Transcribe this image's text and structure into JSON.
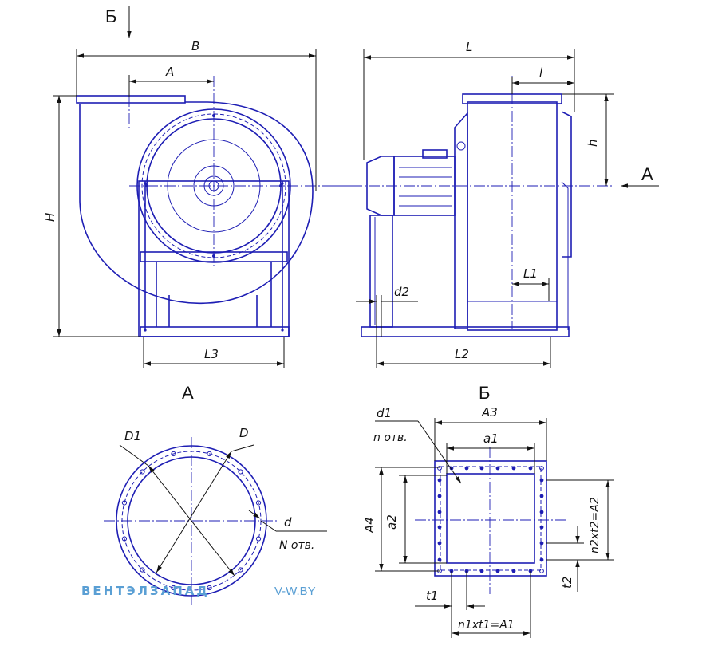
{
  "views": {
    "view_b_marker": "Б",
    "view_a_marker": "А",
    "section_a_title": "А",
    "section_b_title": "Б"
  },
  "front": {
    "B": "B",
    "A": "A",
    "H": "H",
    "L3": "L3"
  },
  "side": {
    "L": "L",
    "l": "l",
    "h": "h",
    "d2": "d2",
    "L1": "L1",
    "L2": "L2"
  },
  "flange_round": {
    "D1": "D1",
    "D": "D",
    "d": "d",
    "N_holes": "N отв."
  },
  "flange_rect": {
    "d1": "d1",
    "n_holes": "n отв.",
    "A3": "A3",
    "a1": "a1",
    "A4": "A4",
    "a2": "a2",
    "n2t2": "n2xt2=A2",
    "t2": "t2",
    "t1": "t1",
    "n1t1": "n1xt1=A1"
  },
  "watermark": {
    "brand": "ВЕНТЭЛЗАПАД",
    "domain": "V-W.BY"
  },
  "colors": {
    "outline": "#1e1eb4",
    "dimension": "#111111",
    "watermark": "#5a9fd4"
  }
}
